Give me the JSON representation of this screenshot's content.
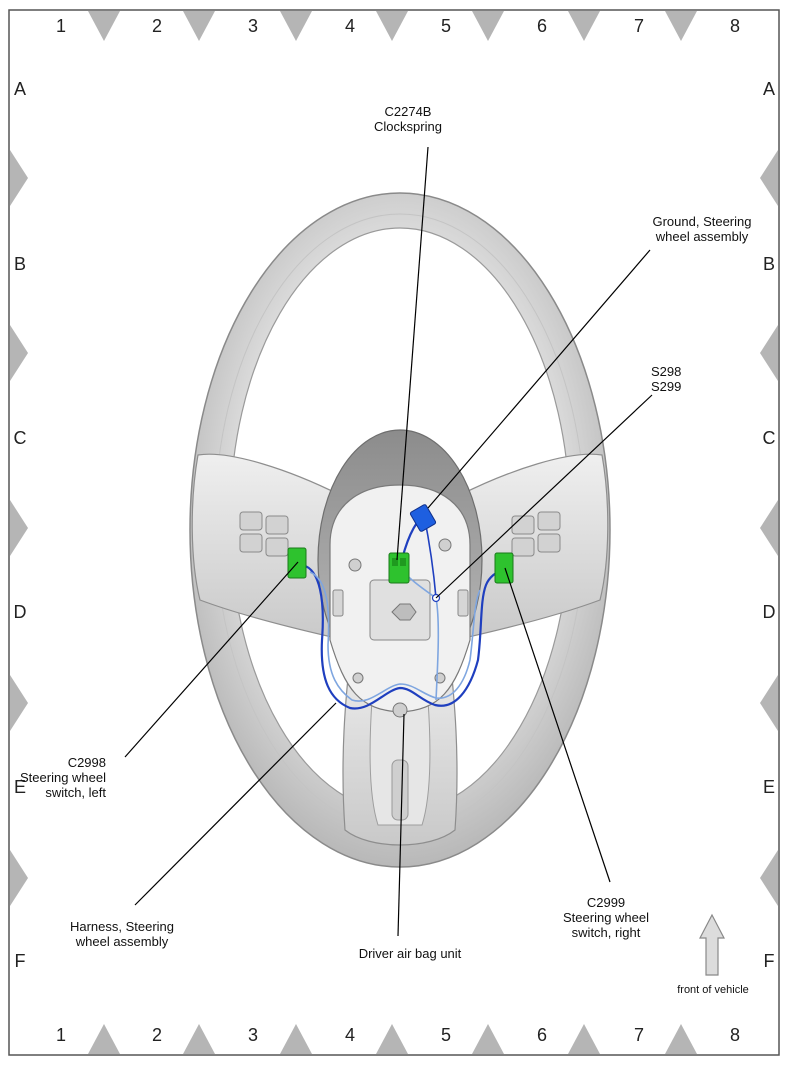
{
  "grid": {
    "columns": [
      "1",
      "2",
      "3",
      "4",
      "5",
      "6",
      "7",
      "8"
    ],
    "rows": [
      "A",
      "B",
      "C",
      "D",
      "E",
      "F"
    ]
  },
  "callouts": {
    "clockspring": {
      "line1": "C2274B",
      "line2": "Clockspring"
    },
    "ground": {
      "line1": "Ground, Steering",
      "line2": "wheel assembly"
    },
    "splices": {
      "line1": "S298",
      "line2": "S299"
    },
    "switch_left": {
      "line1": "C2998",
      "line2": "Steering wheel",
      "line3": "switch, left"
    },
    "harness": {
      "line1": "Harness, Steering",
      "line2": "wheel assembly"
    },
    "airbag": {
      "line1": "Driver air bag unit"
    },
    "switch_right": {
      "line1": "C2999",
      "line2": "Steering wheel",
      "line3": "switch, right"
    }
  },
  "orientation": {
    "label": "front of vehicle",
    "icon": "up-arrow-icon"
  },
  "colors": {
    "connector": "#2ec22e",
    "harness": "#1f3fbf",
    "harness_light": "#7fa6e0",
    "ground_connector": "#1e5fe0",
    "wheel": "#d9d9d9",
    "frame_marker": "#b5b5b5"
  }
}
